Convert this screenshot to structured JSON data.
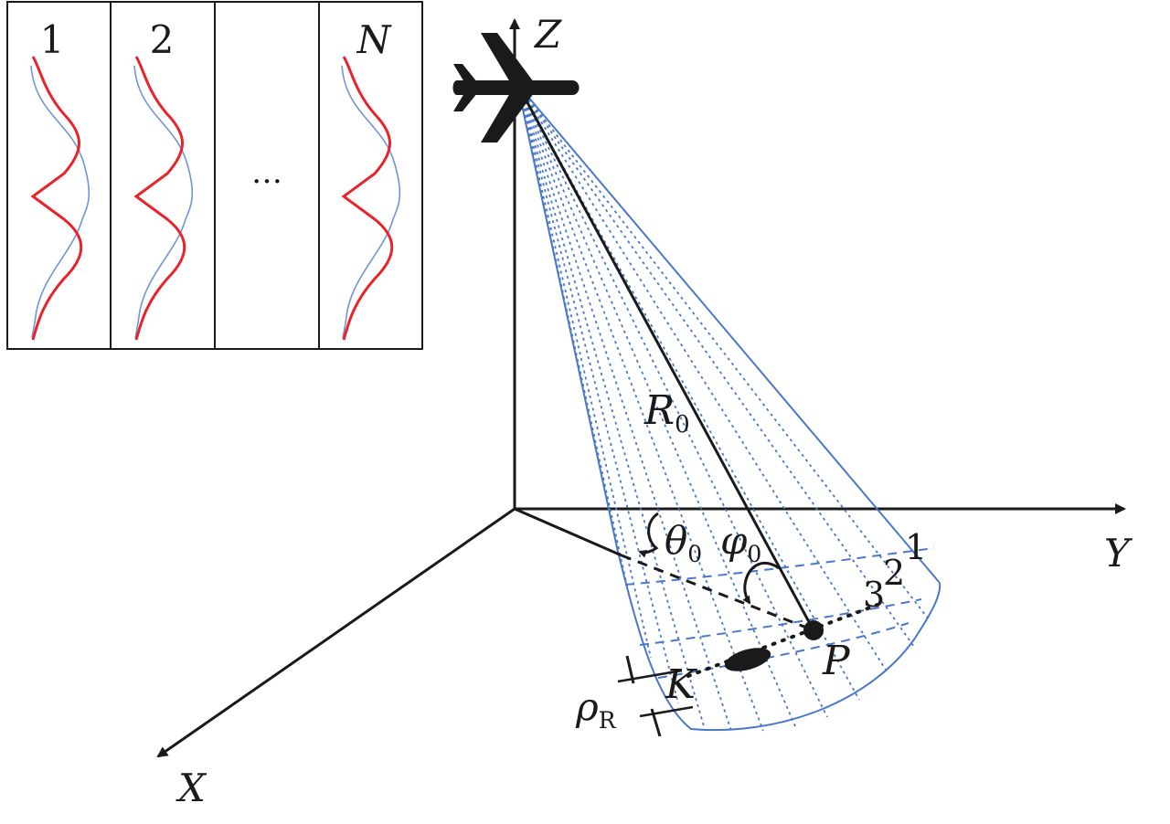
{
  "panel": {
    "labels": [
      "1",
      "2",
      "",
      "N"
    ],
    "ellipsis": "…"
  },
  "axes": {
    "x_label": "X",
    "y_label": "Y",
    "z_label": "Z"
  },
  "annotations": {
    "range": {
      "symbol": "R",
      "subscript": "0"
    },
    "theta": {
      "symbol": "θ",
      "subscript": "0"
    },
    "phi": {
      "symbol": "φ",
      "subscript": "0"
    },
    "rho": {
      "symbol": "ρ",
      "subscript": "R"
    },
    "point_p": "P",
    "point_k": "K",
    "beam_numbers": [
      "1",
      "2",
      "3"
    ]
  },
  "colors": {
    "beam": "#4a78c8",
    "red_curve": "#e8232a",
    "blue_curve": "#6f95d6",
    "ink": "#1a1a1a"
  },
  "icons": {
    "aircraft": "airplane-icon"
  }
}
